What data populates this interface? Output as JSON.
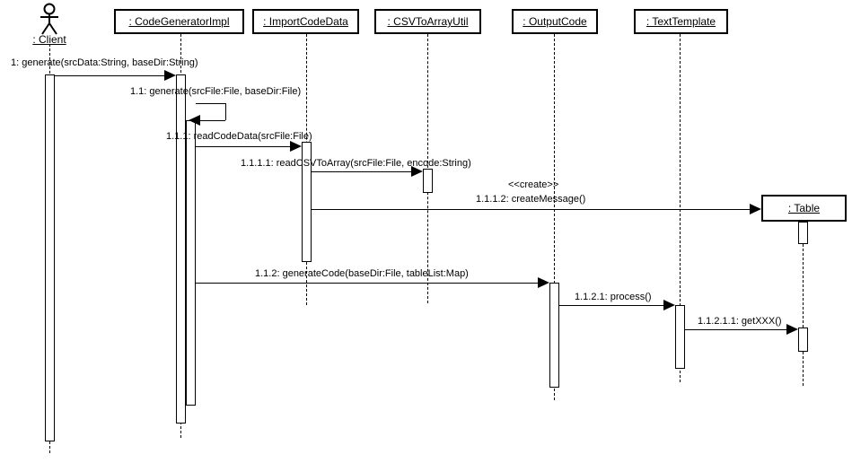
{
  "diagram": {
    "actor": {
      "label": ": Client"
    },
    "objects": {
      "codegen": ": CodeGeneratorImpl",
      "importcode": ": ImportCodeData",
      "csvutil": ": CSVToArrayUtil",
      "outputcode": ": OutputCode",
      "texttemplate": ": TextTemplate",
      "table": ": Table"
    },
    "messages": {
      "m1": "1: generate(srcData:String, baseDir:String)",
      "m1_1": "1.1: generate(srcFile:File, baseDir:File)",
      "m1_1_1": "1.1.1: readCodeData(srcFile:File)",
      "m1_1_1_1": "1.1.1.1: readCSVToArray(srcFile:File, encode:String)",
      "m1_1_1_2_stereotype": "<<create>>",
      "m1_1_1_2": "1.1.1.2: createMessage()",
      "m1_1_2": "1.1.2: generateCode(baseDir:File, tableList:Map)",
      "m1_1_2_1": "1.1.2.1: process()",
      "m1_1_2_1_1": "1.1.2.1.1: getXXX()"
    },
    "colors": {
      "stroke": "#000000",
      "background": "#ffffff"
    }
  }
}
